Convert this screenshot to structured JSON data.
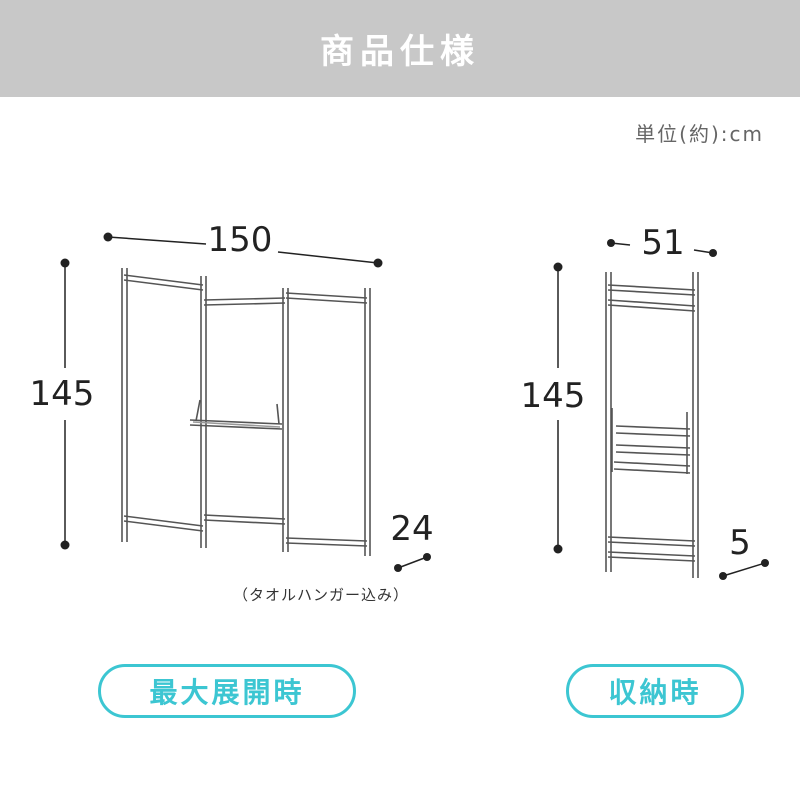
{
  "header": {
    "title": "商品仕様"
  },
  "unit_note": "単位(約):cm",
  "open_config": {
    "width": "150",
    "height": "145",
    "depth": "24",
    "note": "（タオルハンガー込み）",
    "label": "最大展開時"
  },
  "stored_config": {
    "width": "51",
    "height": "145",
    "depth": "5",
    "label": "収納時"
  },
  "colors": {
    "header_bg": "#c8c8c8",
    "accent": "#3cc6d2",
    "frame": "#555555"
  }
}
